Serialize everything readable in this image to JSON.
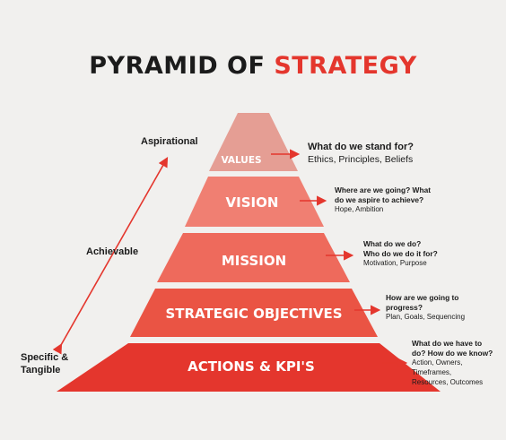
{
  "title": {
    "prefix": "PYRAMID OF ",
    "accent": "STRATEGY"
  },
  "colors": {
    "accent": "#e4362d",
    "tiers": [
      "#e59e94",
      "#f07f72",
      "#ee6a5c",
      "#ea5444",
      "#e4362d"
    ]
  },
  "side_labels": {
    "top": "Aspirational",
    "middle": "Achievable",
    "bottom_line1": "Specific &",
    "bottom_line2": "Tangible"
  },
  "tiers": [
    {
      "label": "VALUES",
      "question": [
        "What do we stand for?"
      ],
      "answer": [
        "Ethics, Principles, Beliefs"
      ]
    },
    {
      "label": "VISION",
      "question": [
        "Where are we going? What",
        "do we aspire to achieve?"
      ],
      "answer": [
        "Hope, Ambition"
      ]
    },
    {
      "label": "MISSION",
      "question": [
        "What do we do?",
        "Who do we do it for?"
      ],
      "answer": [
        "Motivation, Purpose"
      ]
    },
    {
      "label": "STRATEGIC OBJECTIVES",
      "question": [
        "How are we going to",
        "progress?"
      ],
      "answer": [
        "Plan, Goals, Sequencing"
      ]
    },
    {
      "label": "ACTIONS & KPI'S",
      "question": [
        "What do we have to",
        "do? How do we know?"
      ],
      "answer": [
        "Action, Owners,",
        "Timeframes,",
        "Resources, Outcomes"
      ]
    }
  ]
}
